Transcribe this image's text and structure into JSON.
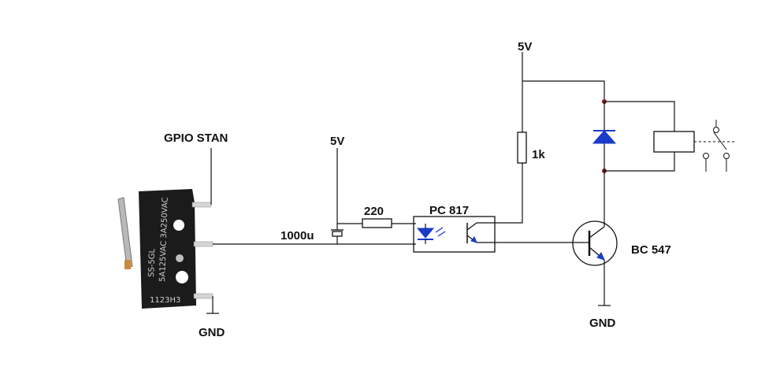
{
  "labels": {
    "gpio": "GPIO STAN",
    "gnd_left": "GND",
    "gnd_right": "GND",
    "v5_top": "5V",
    "v5_mid": "5V",
    "cap": "1000u",
    "res_220": "220",
    "optocoupler": "PC 817",
    "res_1k": "1k",
    "transistor": "BC 547"
  },
  "switch": {
    "model": "SS-5GL",
    "rating": "5A125VAC 3A250VAC",
    "code": "1123H3"
  },
  "colors": {
    "wire": "#111111",
    "semiconductor": "#1a3cc8",
    "junction": "#8b1a1a",
    "switch_body": "#1b1b1b"
  }
}
